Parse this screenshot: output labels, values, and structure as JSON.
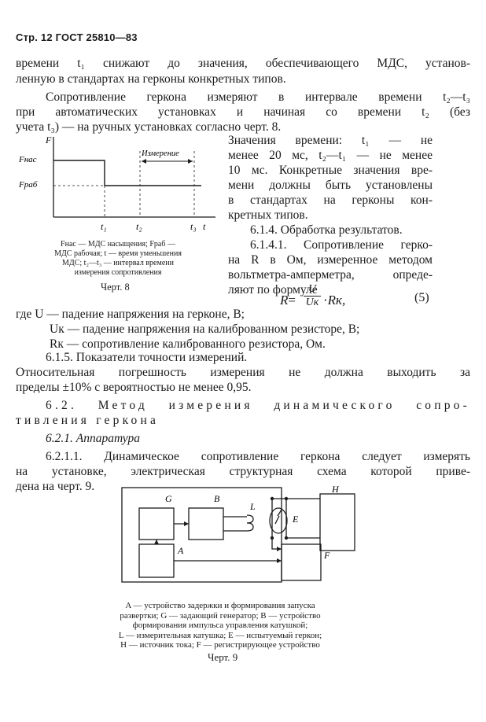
{
  "header": {
    "prefix": "Стр. 12",
    "standard": "ГОСТ 25810—83"
  },
  "paragraphs": {
    "p1": [
      "времени t₁ снижают до значения, обеспечивающего МДС, установ-",
      "ленную в стандартах на герконы конкретных типов."
    ],
    "p2": [
      "Сопротивление геркона измеряют в интервале времени t₂—t₃",
      "при автоматических установках и начиная со времени t₂ (без",
      "учета t₃) — на ручных установках согласно черт. 8."
    ],
    "right_col": [
      "Значения времени: t₁ — не",
      "менее 20 мс, t₂—t₁ — не менее",
      "10 мс. Конкретные значения вре-",
      "мени должны быть установлены",
      "в стандартах на герконы кон-",
      "кретных типов.",
      "6.1.4. Обработка результатов.",
      "6.1.4.1. Сопротивление герко-",
      "на R в Ом, измеренное методом",
      "вольтметра-амперметра, опреде-",
      "ляют по формуле"
    ],
    "where": [
      "где U — падение напряжения на герконе, В;",
      "Uк — падение напряжения на калиброванном резисторе, В;",
      "Rк — сопротивление калиброванного резистора, Ом."
    ],
    "s615": "6.1.5. Показатели точности измерений.",
    "p_accuracy": [
      "Относительная погрешность измерения не должна выходить за",
      "пределы ±10% с вероятностью не менее 0,95."
    ],
    "s62": [
      "6.2. Метод измерения динамического сопро-",
      "тивления геркона"
    ],
    "s621": "6.2.1. Аппаратура",
    "p6211": [
      "6.2.1.1. Динамическое сопротивление геркона следует измерять",
      "на установке, электрическая структурная схема которой приве-",
      "дена на черт. 9."
    ]
  },
  "formula": {
    "lhs": "R",
    "eq": "=",
    "num": "U",
    "den": "Uк",
    "dot": "·",
    "rk": "Rк,",
    "number": "(5)"
  },
  "chart8": {
    "axis_y": "F",
    "axis_x": "t",
    "f_nas": "Fнас",
    "f_rab": "Fраб",
    "t1": "t₁",
    "t2": "t₂",
    "t3": "t₃",
    "measure": "Измерение",
    "legend": [
      "Fнас — МДС насыщения; Fраб —",
      "МДС рабочая; t — время уменьшения",
      "МДС; t₂—t₃ — интервал времени",
      "измерения сопротивления"
    ],
    "caption": "Черт. 8"
  },
  "diagram9": {
    "labels": {
      "G": "G",
      "B": "B",
      "L": "L",
      "H": "H",
      "E": "E",
      "A": "A",
      "F": "F"
    },
    "legend": [
      "A — устройство задержки и формирования запуска",
      "развертки; G — задающий генератор; B — устройство",
      "формирования импульса управления катушкой;",
      "L — измерительная катушка; E — испытуемый геркон;",
      "H — источник тока; F — регистрирующее устройство"
    ],
    "caption": "Черт. 9"
  }
}
